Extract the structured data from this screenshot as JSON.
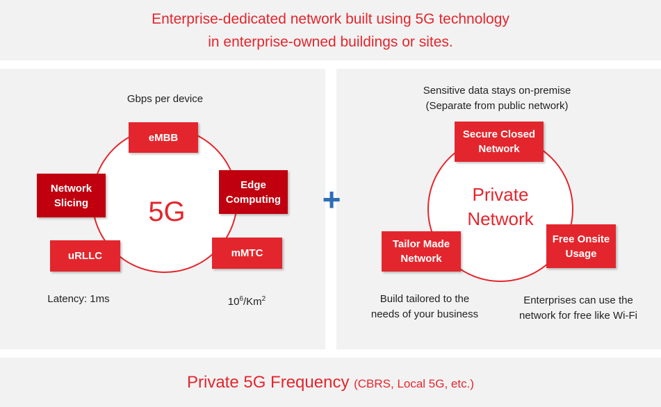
{
  "headline": {
    "line1": "Enterprise-dedicated network built using 5G technology",
    "line2": "in enterprise-owned buildings or sites."
  },
  "five_g": {
    "center_label": "5G",
    "boxes": {
      "embb": "eMBB",
      "edge": "Edge Computing",
      "mmtc": "mMTC",
      "urllc": "uRLLC",
      "slicing": "Network Slicing"
    },
    "notes": {
      "gbps": "Gbps per device",
      "latency": "Latency: 1ms",
      "density_base": "10",
      "density_exp": "6",
      "density_unit": "/Km",
      "density_unit_exp": "2"
    }
  },
  "plus_symbol": "+",
  "private": {
    "center_line1": "Private",
    "center_line2": "Network",
    "boxes": {
      "secure": "Secure Closed Network",
      "free": "Free Onsite Usage",
      "tailor": "Tailor Made Network"
    },
    "notes": {
      "sensitive_line1": "Sensitive data stays on-premise",
      "sensitive_line2": "(Separate from public network)",
      "build_line1": "Build tailored to the",
      "build_line2": "needs of your business",
      "enterprise_line1": "Enterprises can use the",
      "enterprise_line2": "network for free like Wi-Fi"
    }
  },
  "footer": {
    "main": "Private 5G Frequency",
    "sub": "(CBRS, Local 5G, etc.)"
  },
  "colors": {
    "accent_red": "#e3262d",
    "dark_red": "#c0000f",
    "plus_blue": "#2e6db4",
    "panel_gray": "#f2f2f2"
  }
}
